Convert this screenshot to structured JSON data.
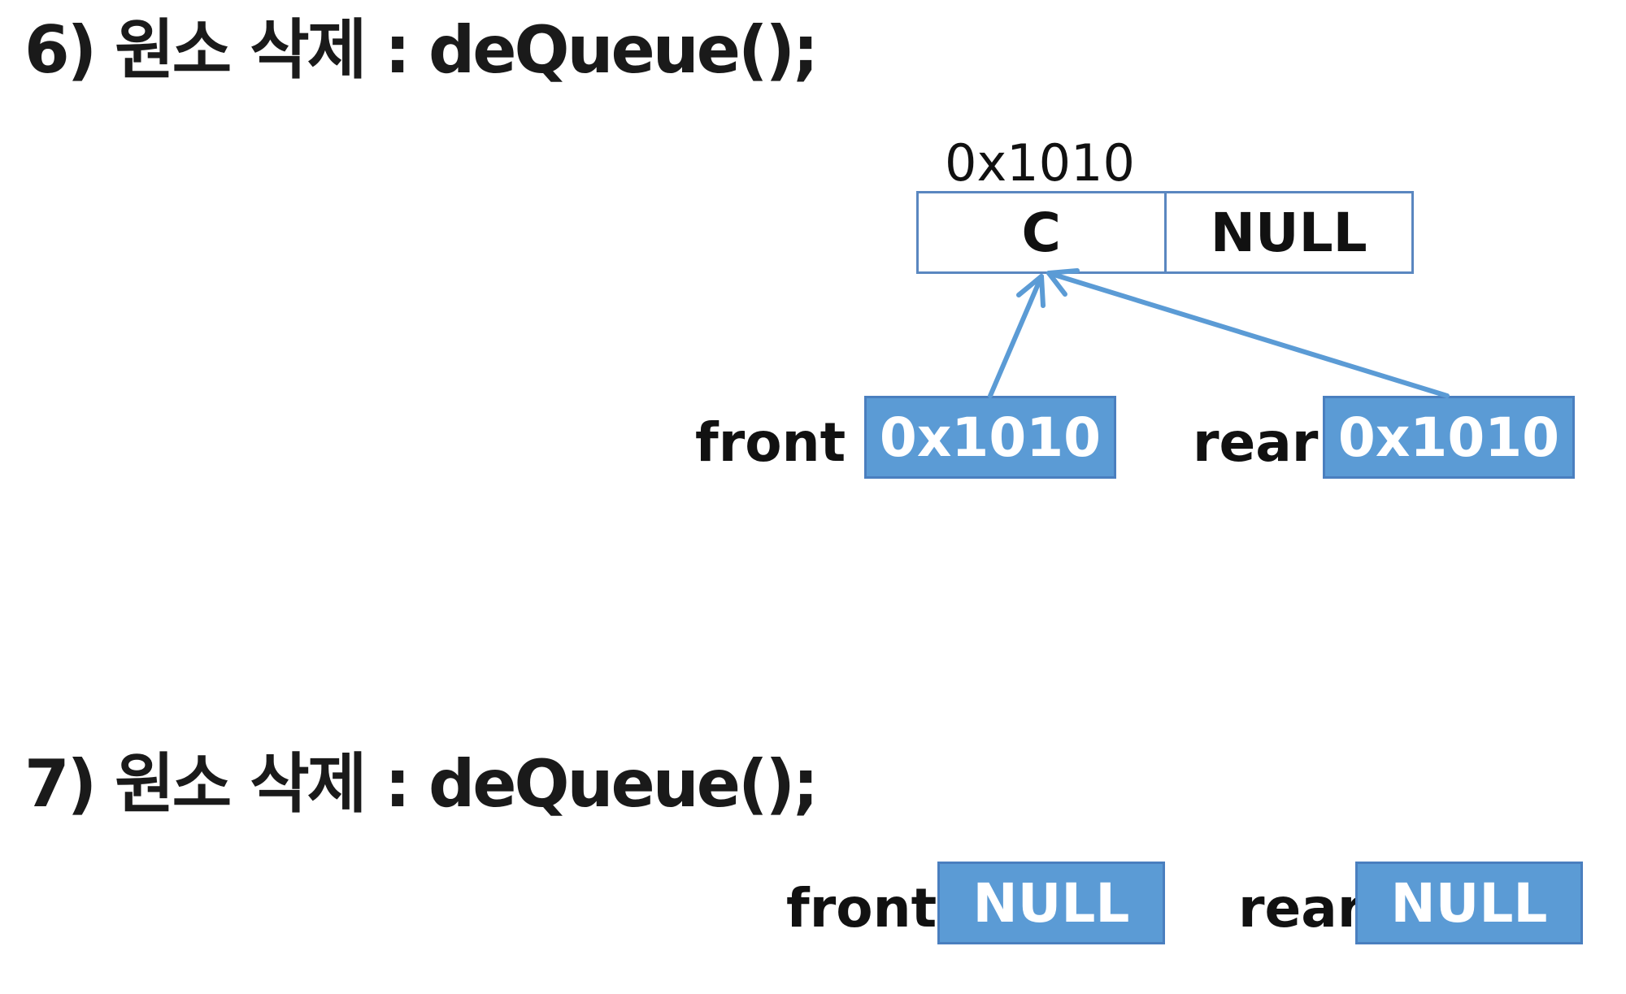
{
  "step6": {
    "heading": "6) 원소 삭제 : deQueue();",
    "node": {
      "address": "0x1010",
      "data": "C",
      "link": "NULL"
    },
    "front": {
      "label": "front",
      "value": "0x1010"
    },
    "rear": {
      "label": "rear",
      "value": "0x1010"
    }
  },
  "step7": {
    "heading": "7) 원소 삭제 : deQueue();",
    "front": {
      "label": "front",
      "value": "NULL"
    },
    "rear": {
      "label": "rear",
      "value": "NULL"
    }
  },
  "colors": {
    "pointer_fill": "#5b9bd5",
    "pointer_border": "#4a7fbf",
    "node_border": "#5a87c0",
    "arrow": "#5b9bd5",
    "text": "#111111"
  }
}
